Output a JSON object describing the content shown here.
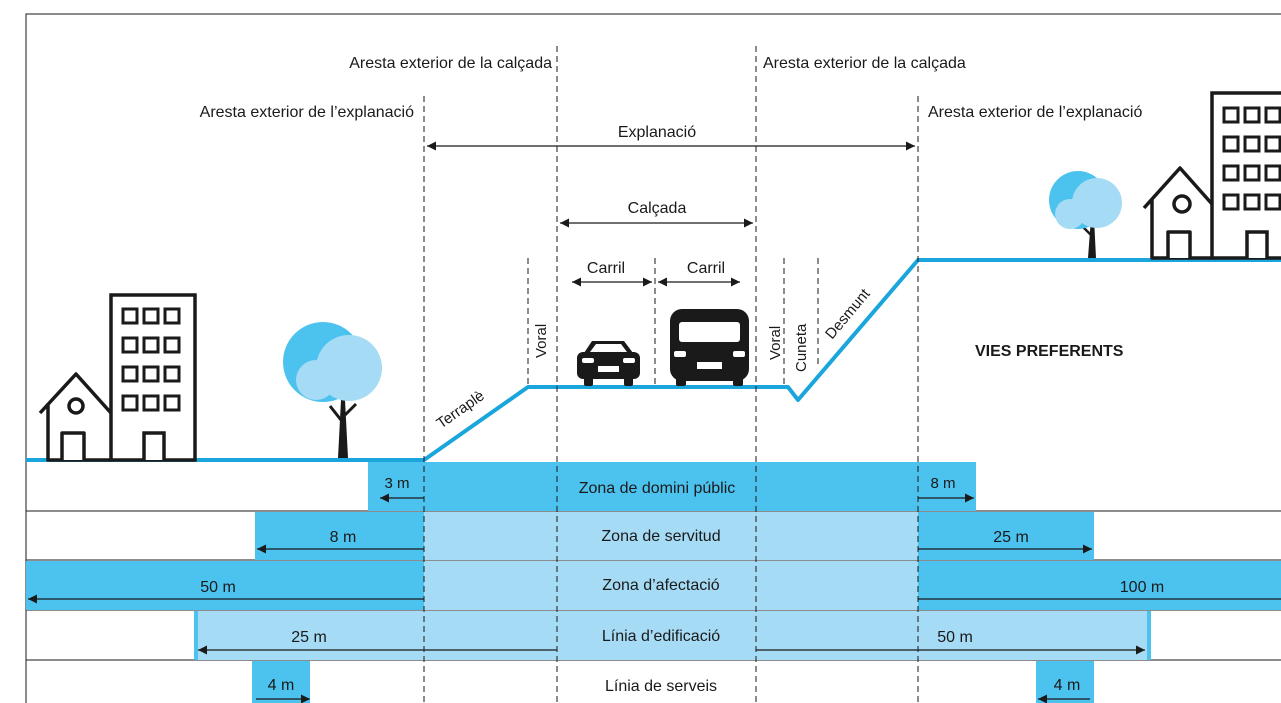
{
  "colors": {
    "accent": "#1aa6dc",
    "zone_dark": "#4cc2ef",
    "zone_light": "#a6dbf5",
    "ink": "#1a1a1a",
    "white": "#ffffff"
  },
  "labels": {
    "calcada_edge_left": "Aresta exterior de la calçada",
    "calcada_edge_right": "Aresta exterior de la calçada",
    "explanacio_edge_left": "Aresta exterior de l’explanació",
    "explanacio_edge_right": "Aresta exterior de l’explanació",
    "explanacio": "Explanació",
    "calcada": "Calçada",
    "carril_left": "Carril",
    "carril_right": "Carril",
    "voral_left": "Voral",
    "voral_right": "Voral",
    "cuneta": "Cuneta",
    "desmunt": "Desmunt",
    "terraple": "Terraplè",
    "vies_preferents": "VIES PREFERENTS"
  },
  "zones": [
    {
      "name": "Zona de domini públic",
      "left_distance": "3 m",
      "right_distance": "8 m"
    },
    {
      "name": "Zona de servitud",
      "left_distance": "8 m",
      "right_distance": "25 m"
    },
    {
      "name": "Zona d’afectació",
      "left_distance": "50 m",
      "right_distance": "100 m"
    },
    {
      "name": "Línia d’edificació",
      "left_distance": "25 m",
      "right_distance": "50 m"
    },
    {
      "name": "Línia de serveis",
      "left_distance": "4 m",
      "right_distance": "4 m"
    }
  ],
  "icons": [
    "apartment-building-icon",
    "house-icon",
    "tree-icon",
    "car-icon",
    "van-icon"
  ]
}
